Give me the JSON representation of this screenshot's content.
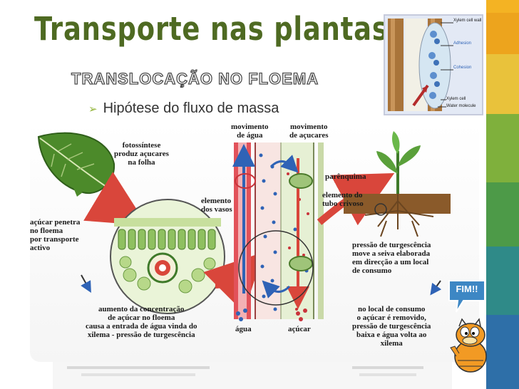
{
  "slide": {
    "title": "Transporte nas plantas",
    "subtitle": "TRANSLOCAÇÃO NO FLOEMA",
    "bullet": "Hipótese do fluxo de massa"
  },
  "xylem_photo": {
    "labels": [
      "Xylem cell wall",
      "Adhesion",
      "Cohesion",
      "Xylem cell",
      "Water molecule"
    ]
  },
  "diagram": {
    "photosynthesis": "fotossíntese\nproduz açucares\nna folha",
    "sugar_enters": "açúcar penetra\nno floema\npor transporte\nactivo",
    "concentration": "aumento da concentração\nde açúcar no floema\ncausa a entrada de água vinda do\nxilema - pressão de turgescência",
    "water_movement": "movimento\nde água",
    "sugar_movement": "movimento\nde açucares",
    "parenchyma": "parênquima",
    "vessel_element": "elemento\ndos vasos",
    "sieve_tube": "elemento do\ntubo crivoso",
    "turgor": "pressão de turgescência\nmove a seiva elaborada\nem direcção a um local\nde consumo",
    "consumption": "no local de consumo\no açúcar é removido,\npressão de turgescência\nbaixa e água volta ao\nxilema",
    "legend_water": "água",
    "legend_sugar": "açúcar"
  },
  "callout": {
    "label": "FIM!!"
  },
  "colors": {
    "title": "#4e6a22",
    "bar": [
      "#f2a31b",
      "#e9c23b",
      "#7fb03c",
      "#4d9a48",
      "#2f8a88",
      "#2e6fa8"
    ],
    "phloem_arrow": "#d9463b",
    "xylem_arrow": "#2f63b6",
    "callout": "#3d87c4"
  }
}
